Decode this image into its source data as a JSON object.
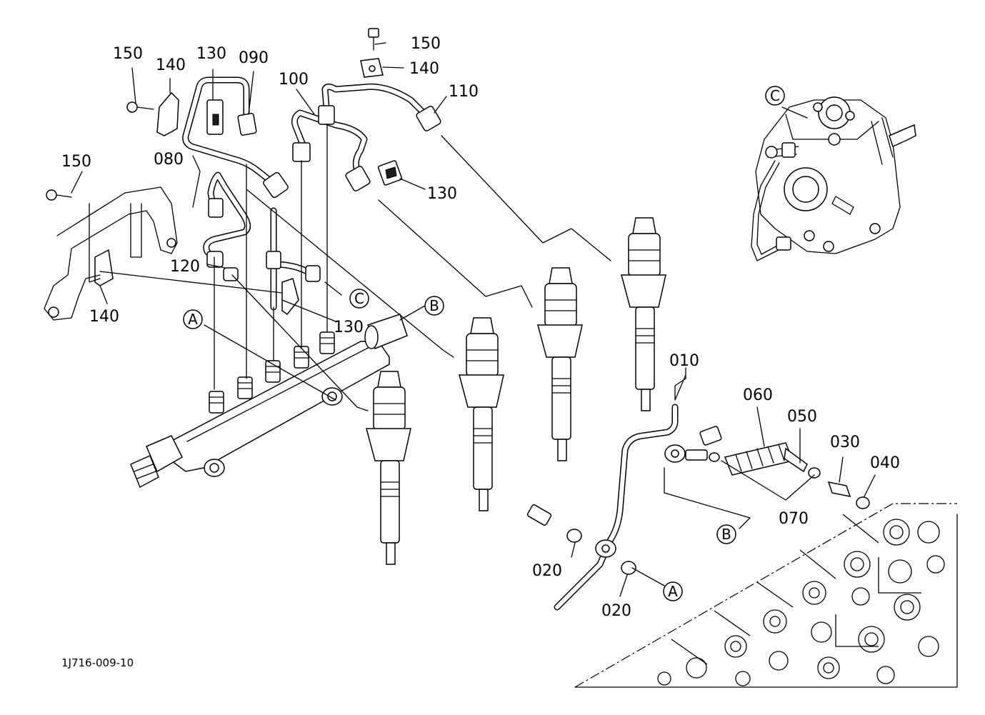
{
  "diagram_code": "1J716-009-10",
  "part_labels": {
    "p010": "010",
    "p020a": "020",
    "p020b": "020",
    "p030": "030",
    "p040": "040",
    "p050": "050",
    "p060": "060",
    "p070": "070",
    "p080": "080",
    "p090": "090",
    "p100": "100",
    "p110": "110",
    "p120": "120",
    "p130a": "130",
    "p130b": "130",
    "p130c": "130",
    "p140a": "140",
    "p140b": "140",
    "p140c": "140",
    "p150a": "150",
    "p150b": "150",
    "p150c": "150"
  },
  "reference_markers": {
    "a1": "A",
    "a2": "A",
    "b1": "B",
    "b2": "B",
    "c1": "C",
    "c2": "C"
  }
}
